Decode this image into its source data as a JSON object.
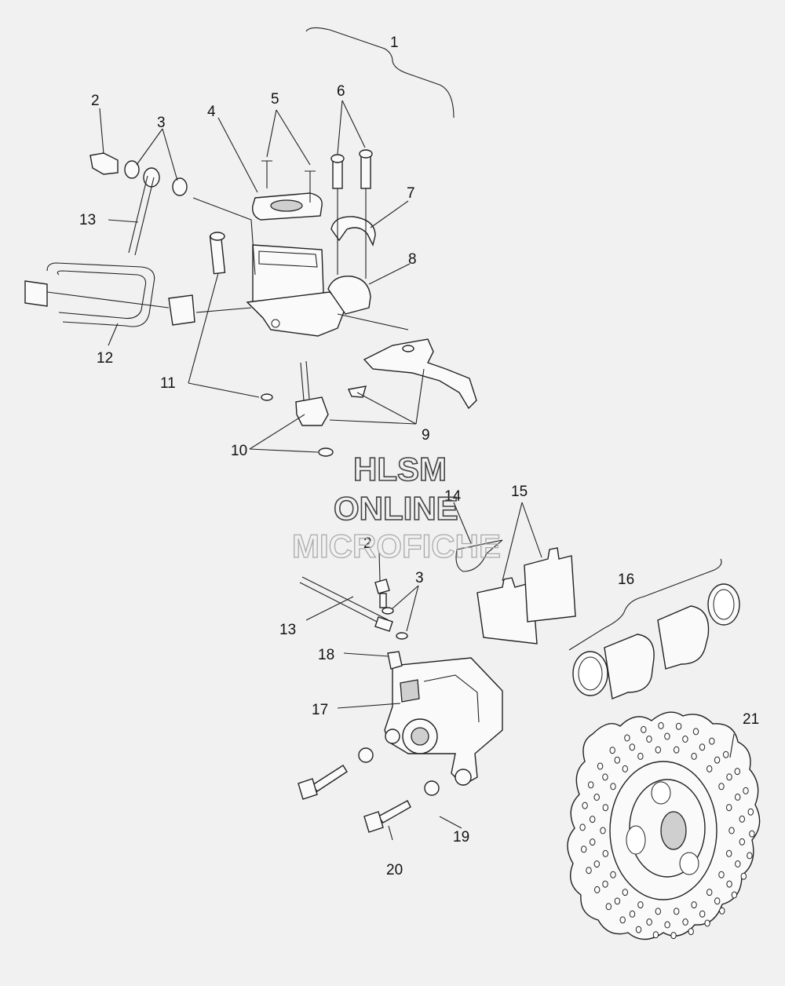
{
  "watermark": {
    "line1": "HLSM",
    "line2": "ONLINE",
    "line3": "MICROFICHE"
  },
  "callouts": {
    "c1": "1",
    "c2_top": "2",
    "c3_top": "3",
    "c4": "4",
    "c5": "5",
    "c6": "6",
    "c7": "7",
    "c8": "8",
    "c9": "9",
    "c10": "10",
    "c11": "11",
    "c12": "12",
    "c13_top": "13",
    "c14": "14",
    "c15": "15",
    "c16": "16",
    "c2_bottom": "2",
    "c3_bottom": "3",
    "c13_bottom": "13",
    "c17": "17",
    "c18": "18",
    "c19": "19",
    "c20": "20",
    "c21": "21"
  }
}
